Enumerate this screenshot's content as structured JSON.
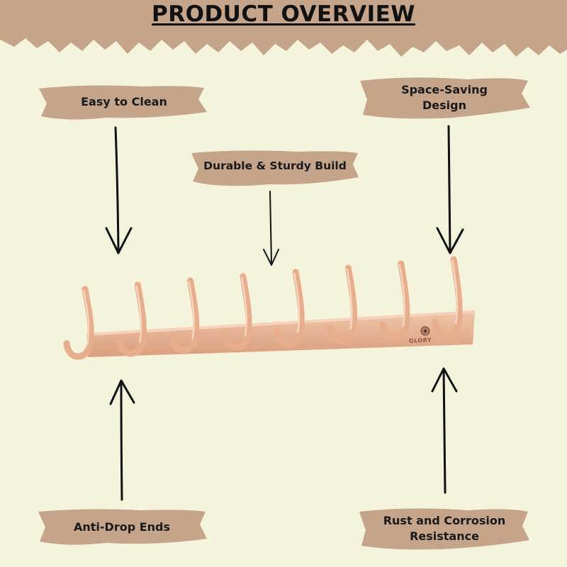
{
  "title": "PRODUCT OVERVIEW",
  "features": {
    "easy_clean": "Easy to Clean",
    "space_saving": "Space-Saving\nDesign",
    "durable": "Durable & Sturdy Build",
    "anti_drop": "Anti-Drop Ends",
    "rust": "Rust and Corrosion\nResistance"
  },
  "product": {
    "brand": "GLORY",
    "hook_count": 8
  },
  "colors": {
    "background": "#f5f3dc",
    "banner": "#c4a48a",
    "hook": "#e8b492",
    "text": "#1a1a1a"
  }
}
